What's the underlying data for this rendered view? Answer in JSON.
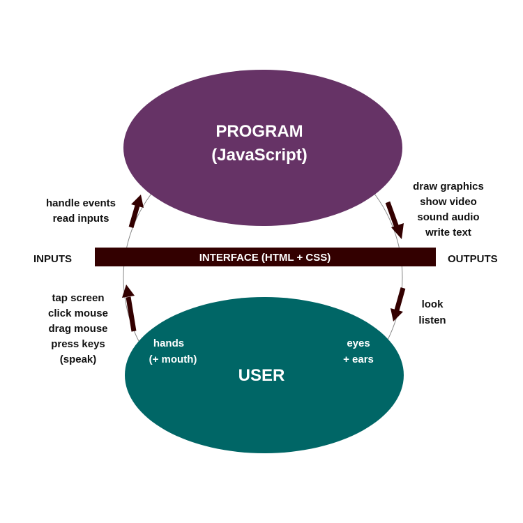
{
  "program": {
    "title": "PROGRAM",
    "subtitle": "(JavaScript)",
    "color": "#663366"
  },
  "user": {
    "title": "USER",
    "color": "#006666",
    "left_label": [
      "hands",
      "(+ mouth)"
    ],
    "right_label": [
      "eyes",
      "+ ears"
    ]
  },
  "interface": {
    "label": "INTERFACE (HTML + CSS)",
    "color": "#330000"
  },
  "inputs_label": "INPUTS",
  "outputs_label": "OUTPUTS",
  "program_inputs": [
    "handle events",
    "read inputs"
  ],
  "program_outputs": [
    "draw graphics",
    "show video",
    "sound audio",
    "write text"
  ],
  "user_actions": [
    "tap screen",
    "click mouse",
    "drag mouse",
    "press keys",
    "(speak)"
  ],
  "user_perception": [
    "look",
    "listen"
  ],
  "arrow_color": "#330000",
  "text_color": "#111111"
}
